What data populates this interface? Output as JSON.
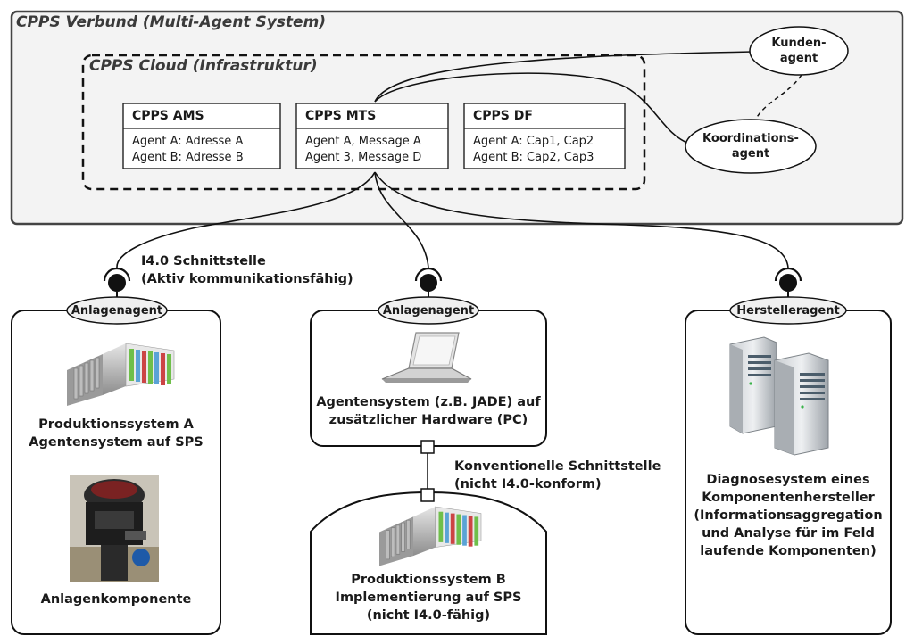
{
  "verbund": {
    "title": "CPPS Verbund (Multi-Agent System)"
  },
  "cloud": {
    "title": "CPPS Cloud (Infrastruktur)",
    "boxes": [
      {
        "name": "ams",
        "title": "CPPS AMS",
        "rows": [
          "Agent A: Adresse A",
          "Agent B: Adresse B"
        ]
      },
      {
        "name": "mts",
        "title": "CPPS MTS",
        "rows": [
          "Agent A, Message A",
          "Agent 3, Message D"
        ]
      },
      {
        "name": "df",
        "title": "CPPS DF",
        "rows": [
          "Agent A: Cap1, Cap2",
          "Agent B: Cap2, Cap3"
        ]
      }
    ]
  },
  "agents": {
    "kunden": [
      "Kunden-",
      "agent"
    ],
    "koordination": [
      "Koordinations-",
      "agent"
    ]
  },
  "interface_label": [
    "I4.0 Schnittstelle",
    "(Aktiv kommunikationsfähig)"
  ],
  "panels": {
    "left": {
      "tag": "Anlagenagent",
      "caption1": [
        "Produktionssystem A",
        "Agentensystem auf SPS"
      ],
      "caption2": "Anlagenkomponente"
    },
    "middle": {
      "tag": "Anlagenagent",
      "caption": [
        "Agentensystem (z.B. JADE) auf",
        "zusätzlicher Hardware (PC)"
      ]
    },
    "bottom": {
      "caption": [
        "Produktionssystem B",
        "Implementierung auf SPS",
        "(nicht I4.0-fähig)"
      ]
    },
    "right": {
      "tag": "Herstelleragent",
      "caption": [
        "Diagnosesystem eines",
        "Komponentenhersteller",
        "(Informationsaggregation",
        "und Analyse für im Feld",
        "laufende Komponenten)"
      ]
    }
  },
  "conventional_label": [
    "Konventionelle Schnittstelle",
    "(nicht I4.0-konform)"
  ]
}
